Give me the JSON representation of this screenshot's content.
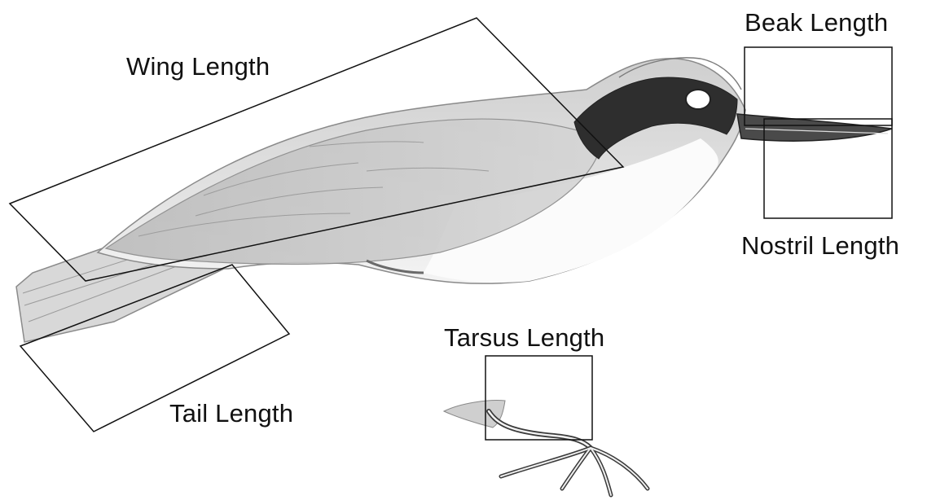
{
  "labels": {
    "wing": "Wing Length",
    "beak": "Beak Length",
    "nostril": "Nostril Length",
    "tarsus": "Tarsus Length",
    "tail": "Tail Length"
  },
  "colors": {
    "background": "#ffffff",
    "lines": "#111111",
    "sketch": "#8a8a8a",
    "dark_mask": "#2e2e2e"
  },
  "icons": {
    "bird": "bird-sketch",
    "foot": "bird-foot-sketch"
  }
}
